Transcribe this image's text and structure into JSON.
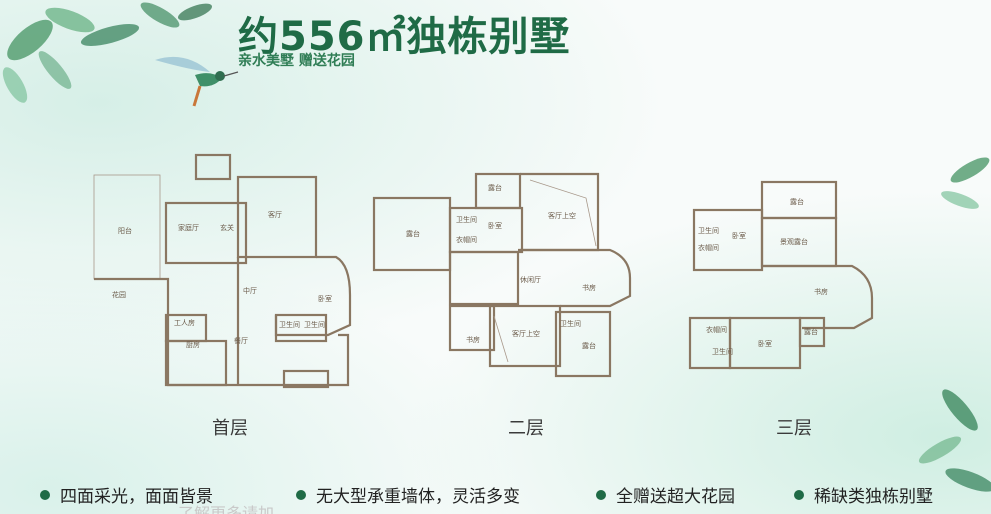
{
  "title": "约556㎡独栋别墅",
  "subtitle": "亲水美墅 赠送花园",
  "floors": [
    {
      "label": "首层",
      "rooms": [
        "阳台",
        "家庭厅",
        "玄关",
        "客厅",
        "花园",
        "工人房",
        "中厅",
        "卧室",
        "厨房",
        "餐厅",
        "卫生间",
        "卫生间"
      ]
    },
    {
      "label": "二层",
      "rooms": [
        "露台",
        "卫生间",
        "卧室",
        "客厅上空",
        "衣帽间",
        "露台",
        "休闲厅",
        "书房",
        "书房",
        "客厅上空",
        "卫生间",
        "露台"
      ]
    },
    {
      "label": "三层",
      "rooms": [
        "露台",
        "卫生间",
        "卧室",
        "景观露台",
        "衣帽间",
        "书房",
        "衣帽间",
        "卫生间",
        "卧室",
        "露台"
      ]
    }
  ],
  "features": [
    "四面采光，面面皆景",
    "无大型承重墙体，灵活多变",
    "全赠送超大花园",
    "稀缺类独栋别墅"
  ],
  "footer_ghost": "了解更多请加",
  "colors": {
    "brand": "#1f6b46",
    "wall": "#8a7762"
  }
}
